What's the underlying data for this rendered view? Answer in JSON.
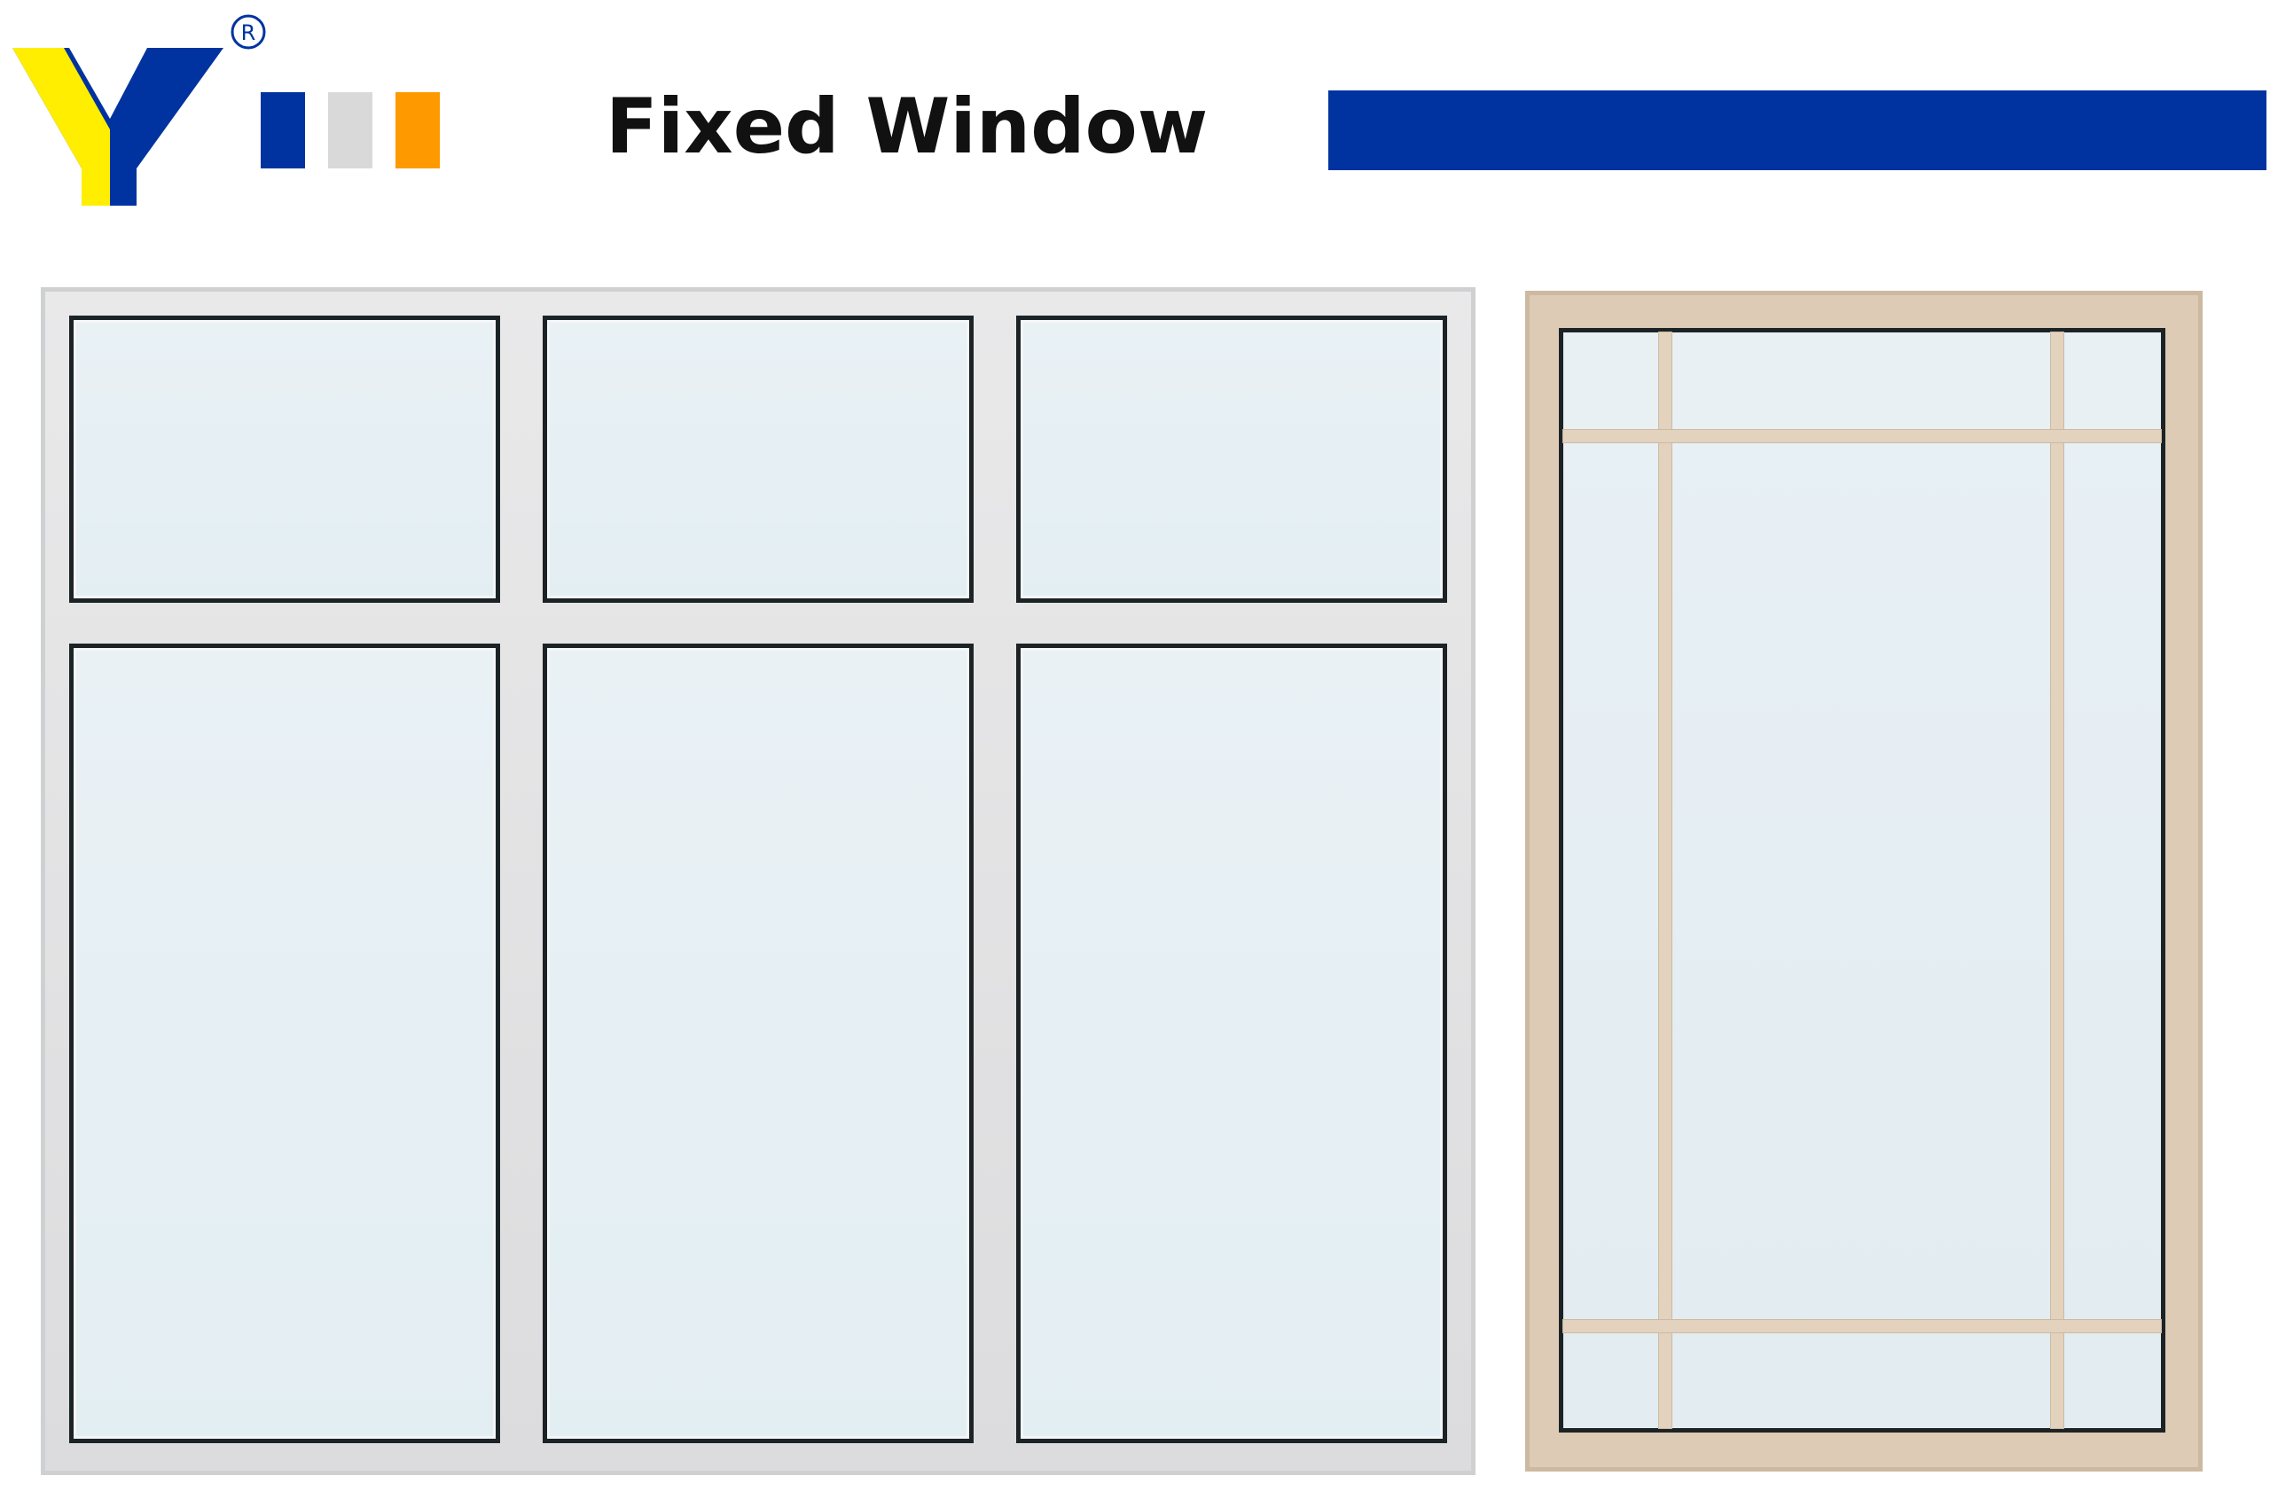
{
  "header": {
    "title": "Fixed Window",
    "registered_mark": "®"
  },
  "colors": {
    "brand_blue": "#0033a0",
    "brand_yellow": "#ffee00",
    "brand_gray": "#d9d9d9",
    "brand_orange": "#ff9900",
    "left_frame": "#dedfe0",
    "right_frame": "#ddcbb5",
    "glass": "#e6eff3"
  },
  "illustrations": {
    "left_window": {
      "kind": "fixed-window",
      "columns": 3,
      "rows": 2,
      "frame_color": "white"
    },
    "right_window": {
      "kind": "fixed-window-with-grilles",
      "frame_color": "beige"
    }
  }
}
